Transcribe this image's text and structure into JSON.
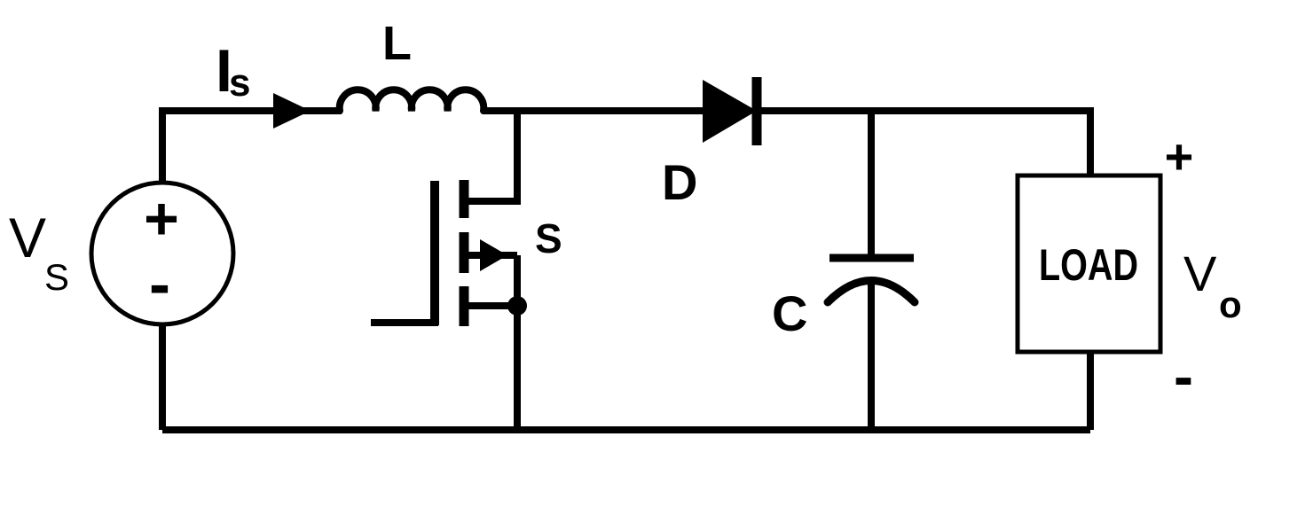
{
  "diagram": {
    "colors": {
      "line": "#000000",
      "background": "#ffffff"
    },
    "source": {
      "label": "V",
      "label_sub": "S",
      "plus": "+",
      "minus": "-"
    },
    "current": {
      "label": "I",
      "label_sub": "s"
    },
    "inductor": {
      "label": "L"
    },
    "switch": {
      "label": "S"
    },
    "diode": {
      "label": "D"
    },
    "capacitor": {
      "label": "C"
    },
    "load": {
      "label": "LOAD"
    },
    "output": {
      "label": "V",
      "label_sub": "o",
      "plus": "+",
      "minus": "-"
    }
  }
}
